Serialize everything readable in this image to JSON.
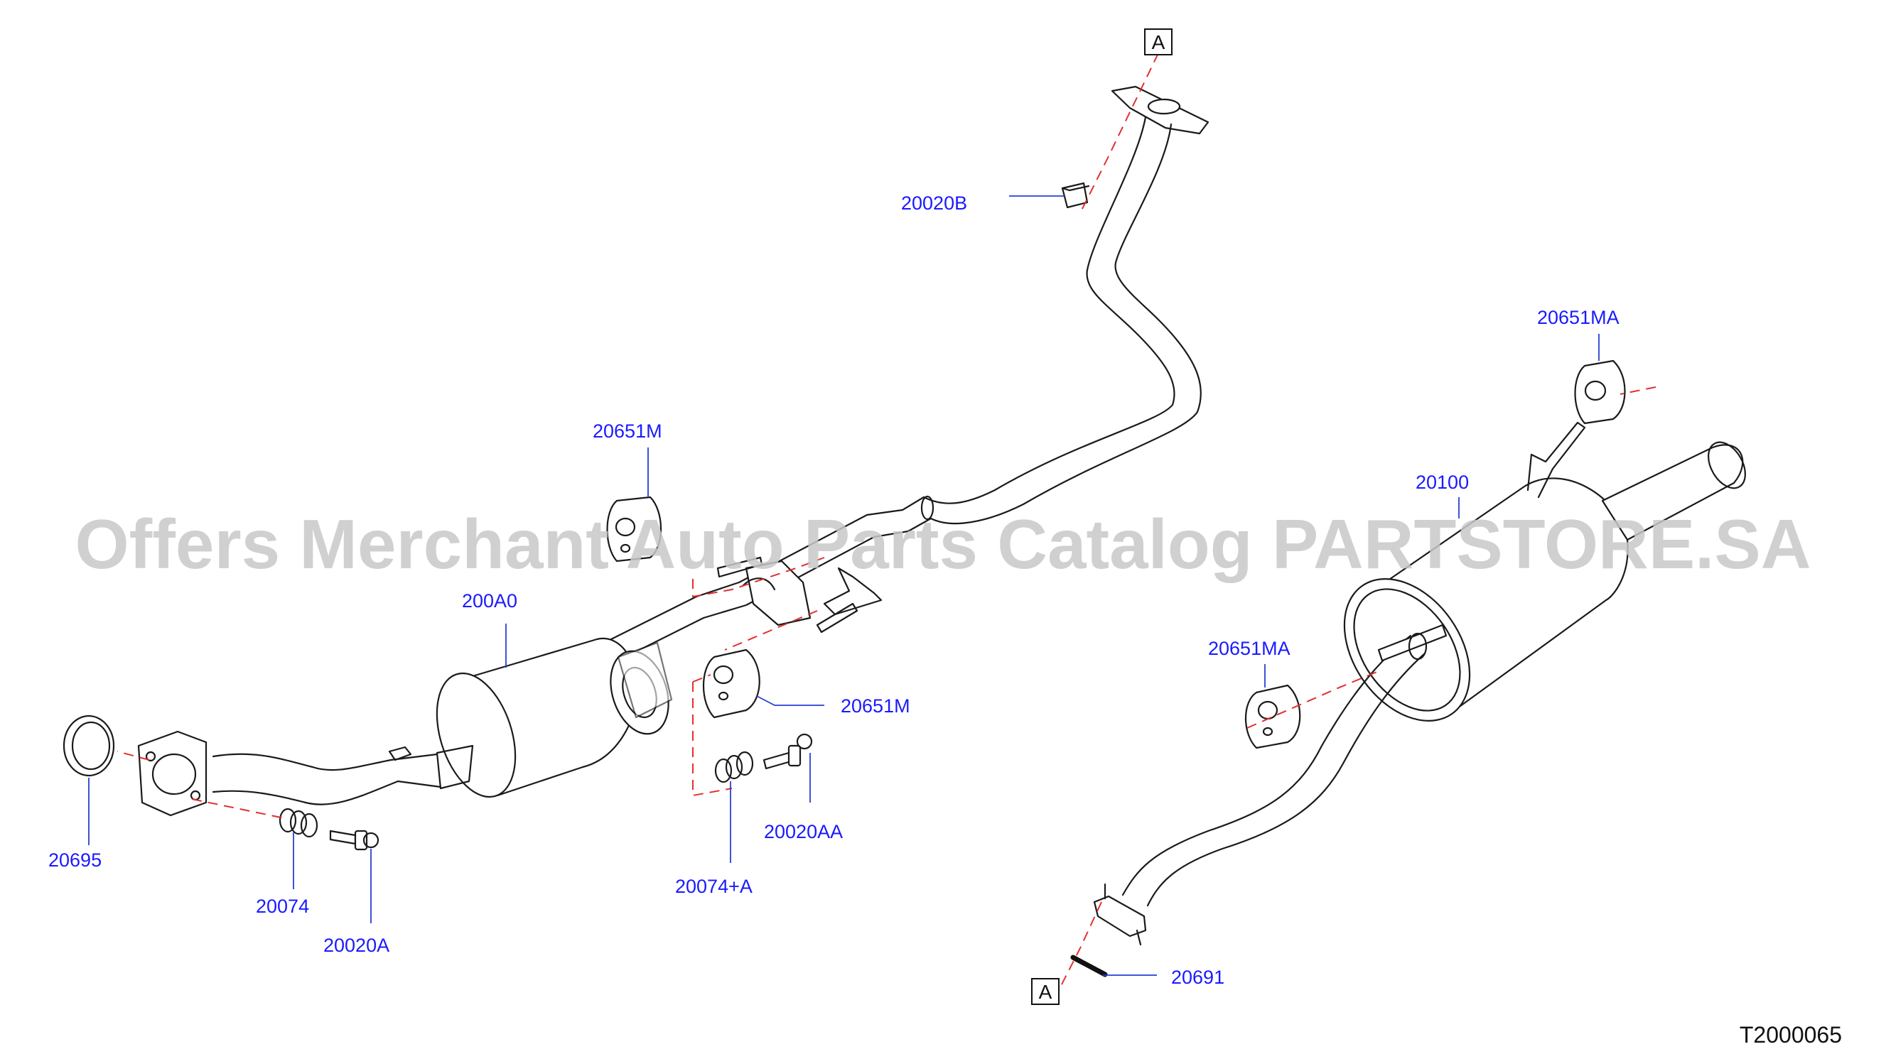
{
  "watermark": "Offers Merchant Auto Parts Catalog PARTSTORE.SA",
  "diagram_code": "T2000065",
  "reference_marks": {
    "top": "A",
    "bottom": "A"
  },
  "callouts": {
    "p20020B": "20020B",
    "p20651MA_top": "20651MA",
    "p20651M_top": "20651M",
    "p20100": "20100",
    "p200A0": "200A0",
    "p20651MA_mid": "20651MA",
    "p20651M_mid": "20651M",
    "p20695": "20695",
    "p20020AA": "20020AA",
    "p20074": "20074",
    "p20074A": "20074+A",
    "p20020A": "20020A",
    "p20691": "20691"
  },
  "colors": {
    "callout_text": "#1a1aff",
    "leader": "#2a3fd0",
    "dashed_guide": "#e23030",
    "line_art": "#1a1a1a",
    "watermark": "#c8c8c8"
  }
}
